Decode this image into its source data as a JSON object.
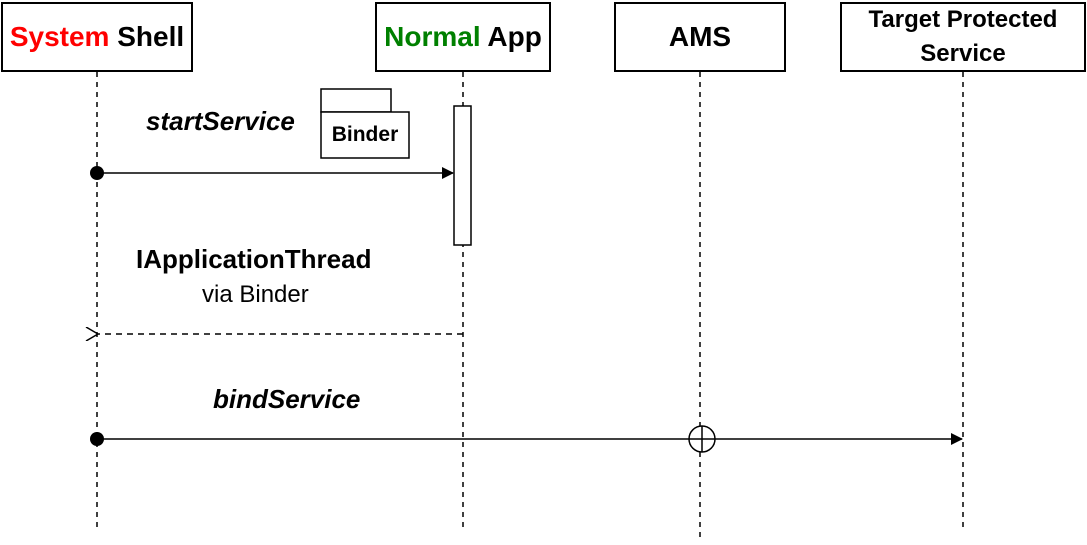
{
  "actors": {
    "system_shell": {
      "part1": "System",
      "part2": " Shell"
    },
    "normal_app": {
      "part1": "Normal",
      "part2": " App"
    },
    "ams": {
      "label": "AMS"
    },
    "target_service": {
      "line1": "Target Protected",
      "line2": "Service"
    }
  },
  "messages": {
    "start_service": {
      "label": "startService"
    },
    "binder_note": {
      "label": "Binder"
    },
    "return_msg": {
      "line1": "IApplicationThread",
      "line2": "via Binder"
    },
    "bind_service": {
      "label": "bindService"
    }
  },
  "colors": {
    "system_highlight": "#ff0000",
    "normal_highlight": "#008000",
    "line": "#000000"
  }
}
